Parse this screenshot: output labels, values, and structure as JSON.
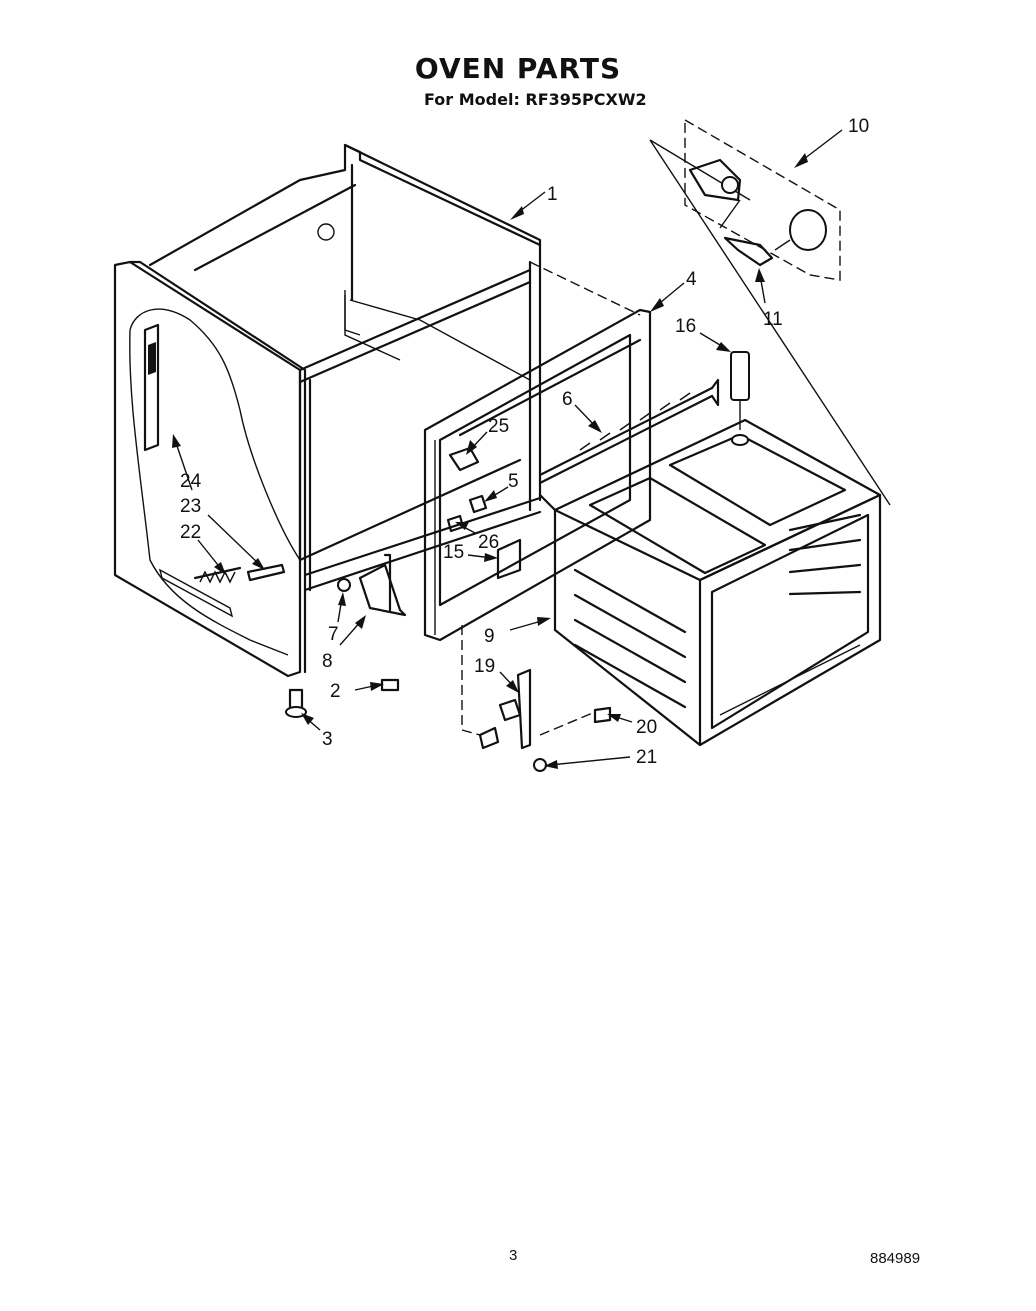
{
  "header": {
    "title": "OVEN PARTS",
    "subtitle": "For Model: RF395PCXW2"
  },
  "footer": {
    "page_number": "3",
    "document_code": "884989"
  },
  "callouts": [
    "1",
    "2",
    "3",
    "4",
    "5",
    "6",
    "7",
    "8",
    "9",
    "10",
    "11",
    "15",
    "16",
    "19",
    "20",
    "21",
    "22",
    "23",
    "24",
    "25",
    "26"
  ]
}
